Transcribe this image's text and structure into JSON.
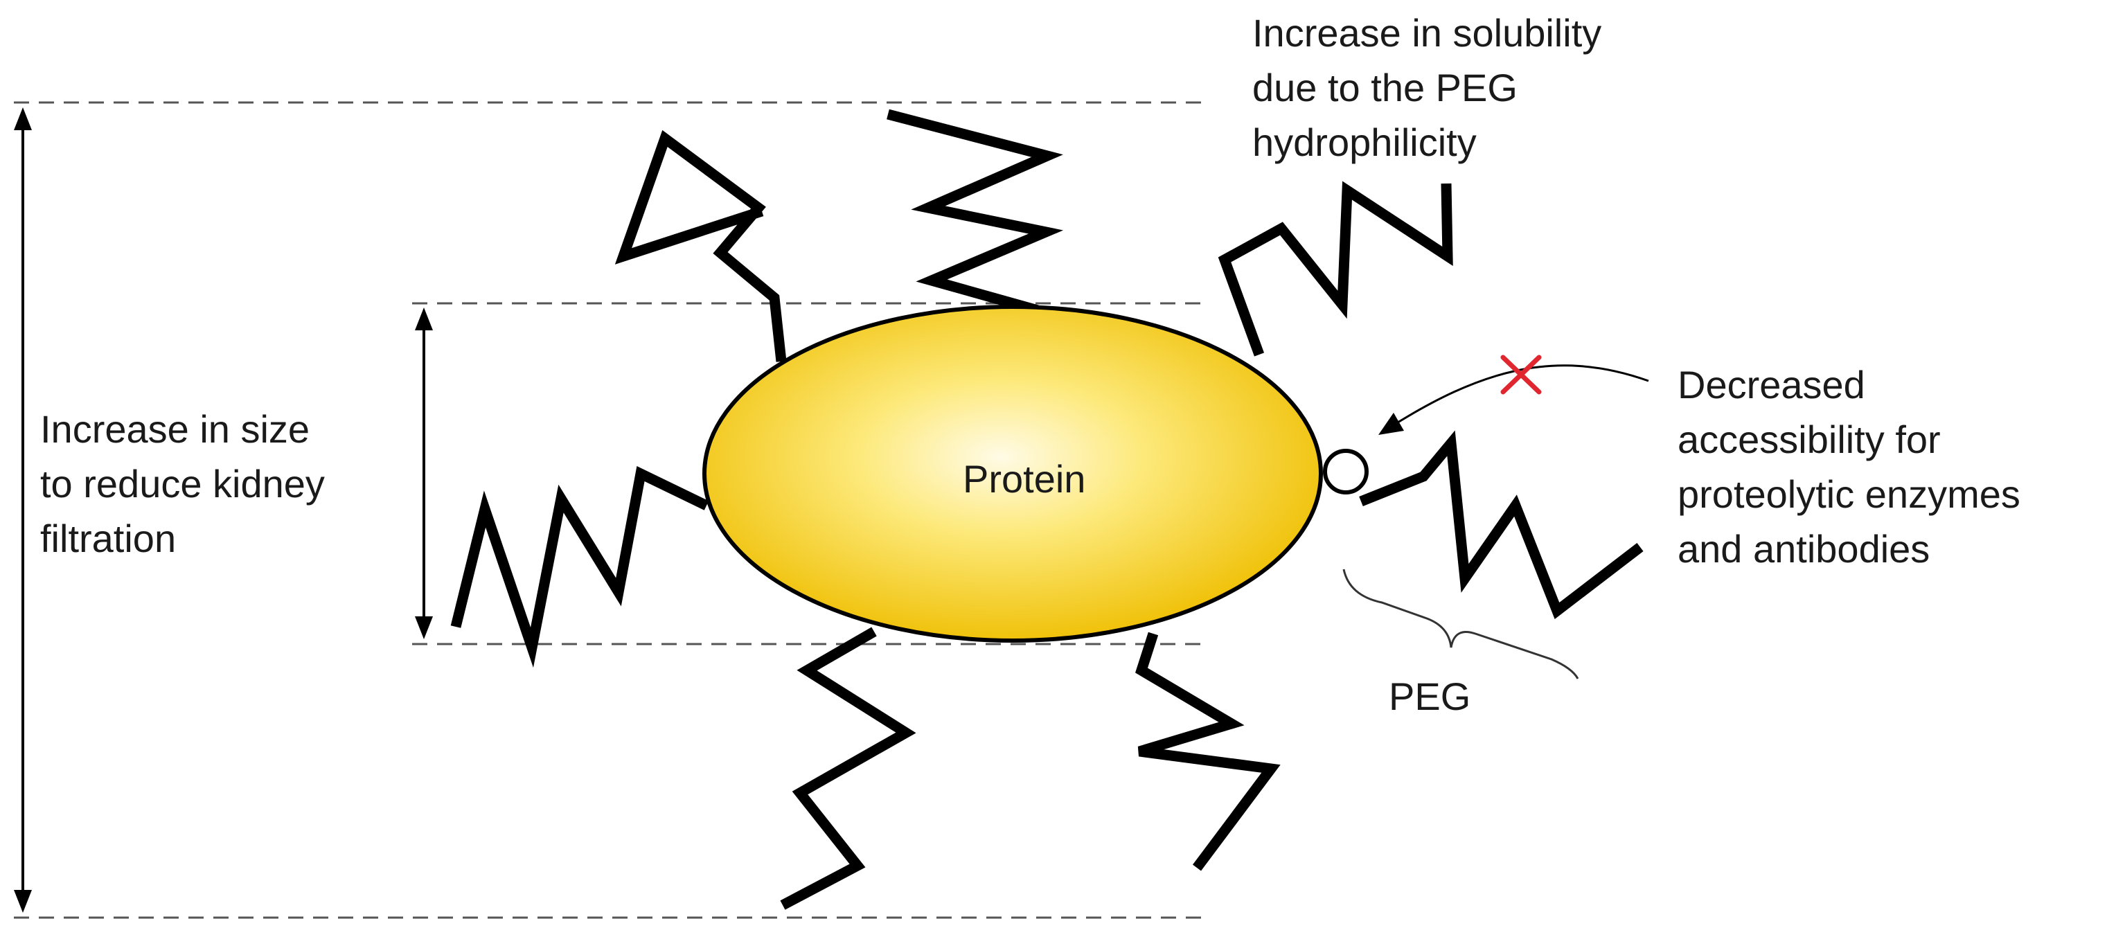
{
  "diagram": {
    "protein_label": "Protein",
    "peg_label": "PEG",
    "solubility_text": [
      "Increase in solubility",
      "due to the PEG",
      "hydrophilicity"
    ],
    "size_text": [
      "Increase in size",
      "to reduce kidney",
      "filtration"
    ],
    "accessibility_text": [
      "Decreased",
      "accessibility for",
      "proteolytic enzymes",
      "and antibodies"
    ],
    "colors": {
      "protein_center": "#fffbe6",
      "protein_edge": "#f2c200",
      "chain": "#000000",
      "blocked_mark": "#e0262f",
      "dashed_line": "#555555"
    }
  }
}
